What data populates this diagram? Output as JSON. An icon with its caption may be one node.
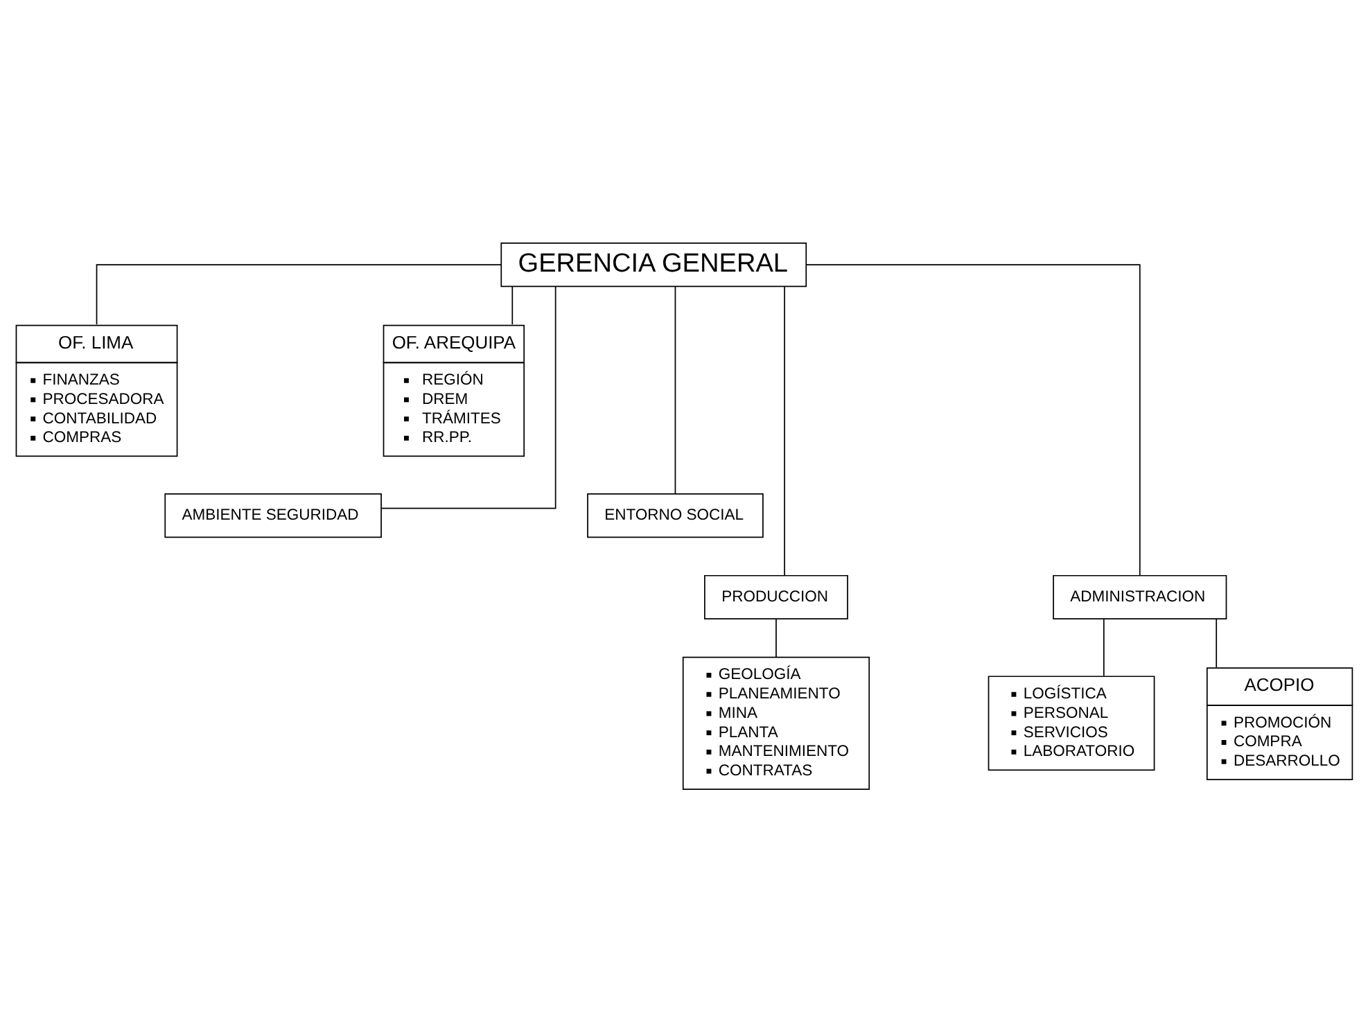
{
  "diagram": {
    "nodes": [
      {
        "text": [
          "GERENCIA GENERAL"
        ]
      },
      {
        "text": [
          "OF. LIMA",
          "FINANZAS",
          "PROCESADORA",
          "CONTABILIDAD",
          "COMPRAS"
        ]
      },
      {
        "text": [
          "OF. AREQUIPA",
          "REGIÓN",
          "DREM",
          "TRÁMITES",
          "RR.PP."
        ]
      },
      {
        "text": [
          "AMBIENTE SEGURIDAD"
        ]
      },
      {
        "text": [
          "ENTORNO SOCIAL"
        ]
      },
      {
        "text": [
          "PRODUCCION"
        ]
      },
      {
        "text": [
          "ADMINISTRACION"
        ]
      },
      {
        "text": [
          "GEOLOGÍA",
          "PLANEAMIENTO",
          "MINA",
          "PLANTA",
          "MANTENIMIENTO",
          "CONTRATAS"
        ]
      },
      {
        "text": [
          "LOGÍSTICA",
          "PERSONAL",
          "SERVICIOS",
          "LABORATORIO"
        ]
      },
      {
        "text": [
          "ACOPIO",
          "PROMOCIÓN",
          "COMPRA",
          "DESARROLLO"
        ]
      }
    ],
    "edges": [
      {
        "from": 0,
        "to": 1,
        "arrow": "none"
      },
      {
        "from": 0,
        "to": 2,
        "arrow": "none"
      },
      {
        "from": 0,
        "to": 3,
        "arrow": "none"
      },
      {
        "from": 0,
        "to": 4,
        "arrow": "none"
      },
      {
        "from": 0,
        "to": 5,
        "arrow": "none"
      },
      {
        "from": 0,
        "to": 6,
        "arrow": "none"
      },
      {
        "from": 5,
        "to": 7,
        "arrow": "none"
      },
      {
        "from": 6,
        "to": 8,
        "arrow": "none"
      },
      {
        "from": 6,
        "to": 9,
        "arrow": "none"
      }
    ]
  }
}
